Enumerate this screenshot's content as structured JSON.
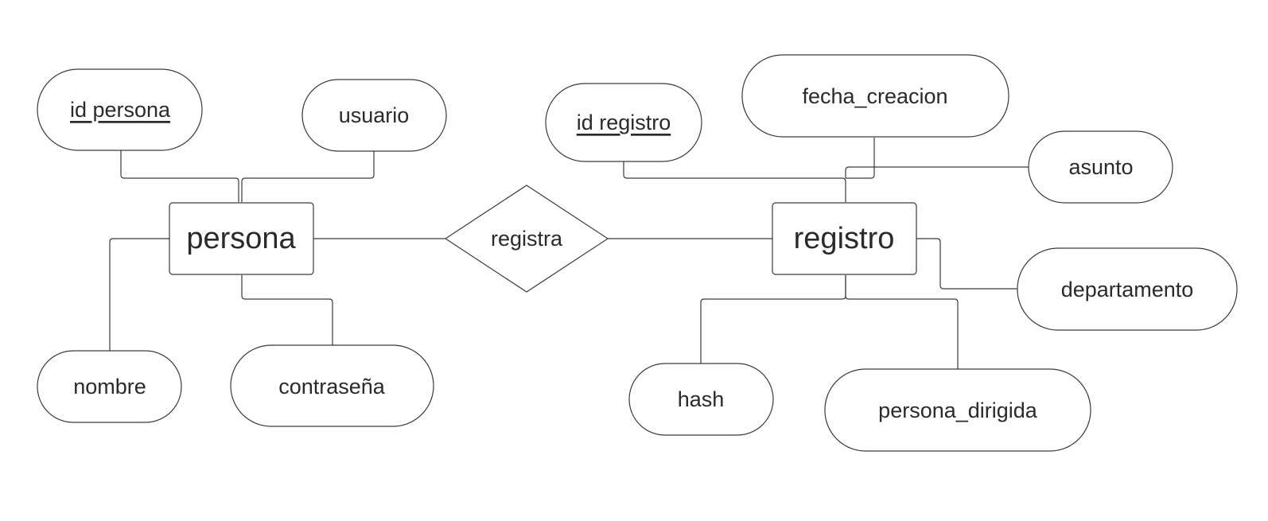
{
  "entities": {
    "persona": "persona",
    "registro": "registro"
  },
  "relationship": {
    "registra": "registra"
  },
  "attributes": {
    "id_persona": "id persona",
    "usuario": "usuario",
    "nombre": "nombre",
    "contrasena": "contraseña",
    "id_registro": "id registro",
    "fecha_creacion": "fecha_creacion",
    "asunto": "asunto",
    "departamento": "departamento",
    "hash": "hash",
    "persona_dirigida": "persona_dirigida"
  },
  "colors": {
    "stroke": "#3a3a3a",
    "fill": "#ffffff",
    "text": "#2a2a2a"
  }
}
